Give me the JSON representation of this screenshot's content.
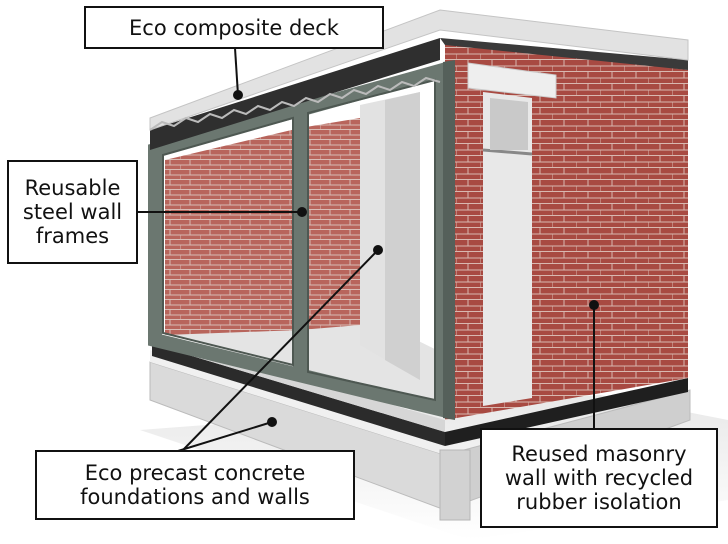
{
  "labels": {
    "deck": [
      "Eco composite deck"
    ],
    "frames": [
      "Reusable",
      "steel wall",
      "frames"
    ],
    "foundations": [
      "Eco precast concrete",
      "foundations and walls"
    ],
    "masonry": [
      "Reused masonry",
      "wall with recycled",
      "rubber isolation"
    ]
  },
  "colors": {
    "brick": "#a84a42",
    "steel_frame": "#6b7770",
    "concrete": "#e4e4e4",
    "rubber": "#2b2b2b",
    "outline": "#111111"
  }
}
